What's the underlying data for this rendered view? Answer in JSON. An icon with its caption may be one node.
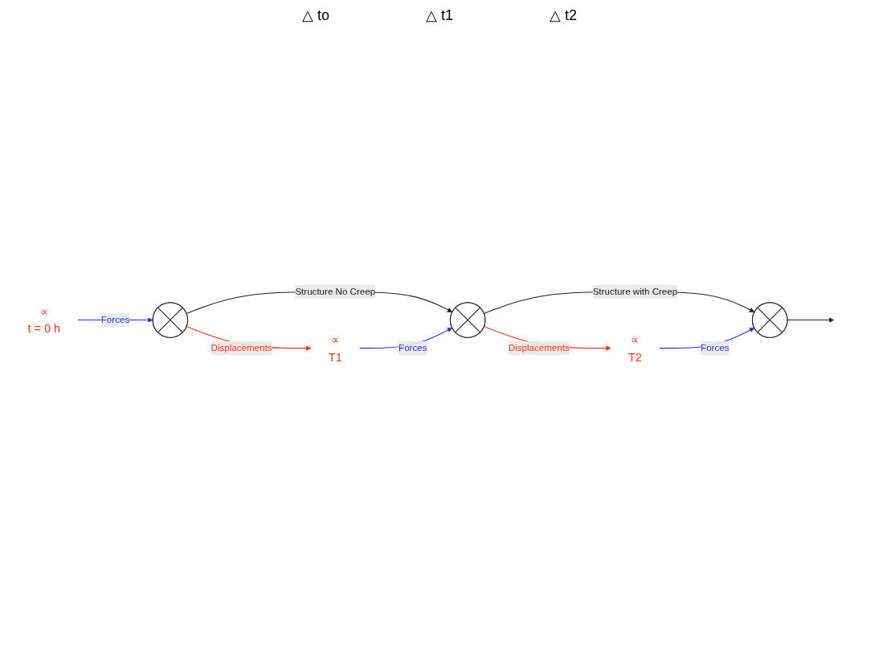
{
  "diagram": {
    "nodes": [
      {
        "text": [],
        "shape": "cross"
      },
      {
        "text": [],
        "shape": "cross"
      },
      {
        "text": [],
        "shape": "cross"
      },
      {
        "text": [
          "∝",
          "t = 0 h"
        ]
      },
      {
        "text": [
          "∝",
          "T1"
        ]
      },
      {
        "text": [
          "∝",
          "T2"
        ]
      }
    ],
    "edges": [
      {
        "from": 0,
        "to": 1,
        "arrow": "to",
        "label": "Structure No Creep"
      },
      {
        "from": 1,
        "to": 2,
        "arrow": "to",
        "label": "Structure with Creep"
      },
      {
        "from": 2,
        "to": null,
        "arrow": "to"
      },
      {
        "from": 3,
        "to": 0,
        "arrow": "to",
        "label": "Forces",
        "color": "#2233ff"
      },
      {
        "from": 0,
        "to": 4,
        "arrow": "to",
        "label": "Displacements",
        "color": "#ff3311"
      },
      {
        "from": 4,
        "to": 1,
        "arrow": "to",
        "label": "Forces",
        "color": "#2233ff"
      },
      {
        "from": 1,
        "to": 5,
        "arrow": "to",
        "label": "Displacements",
        "color": "#ff3311"
      },
      {
        "from": 5,
        "to": 2,
        "arrow": "to",
        "label": "Forces",
        "color": "#2233ff"
      }
    ],
    "labels": [
      "△ to",
      "△ t1",
      "△ t2"
    ]
  }
}
